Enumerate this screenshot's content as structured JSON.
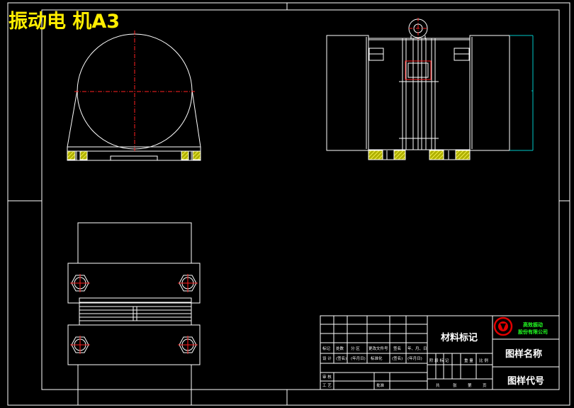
{
  "title": "振动电 机A3",
  "colors": {
    "background": "#000000",
    "line": "#ffffff",
    "center_line": "#ff2020",
    "title": "#ffee00",
    "hatch": "#c8c800",
    "cyan": "#00c8c8",
    "company_text": "#22ff22",
    "logo": "#e00000"
  },
  "title_block": {
    "material_label": "材料标记",
    "drawing_name_label": "图样名称",
    "drawing_code_label": "图样代号",
    "company": [
      "高效振动",
      "股份有限公司"
    ],
    "logo_icon": "company-logo-icon",
    "revision_headers": [
      "标记",
      "处数",
      "分 区",
      "更改文件号",
      "签名",
      "年、月、日"
    ],
    "design_row": [
      "设 计",
      "(签名)",
      "(年月日)",
      "标准化",
      "(签名)",
      "(年月日)"
    ],
    "review_label": "审 核",
    "process_label": "工 艺",
    "approve_label": "批准",
    "stage_headers": [
      "阶 段 标 记",
      "重 量",
      "比 例"
    ],
    "sheet_headers": [
      "共",
      "张",
      "第",
      "页"
    ]
  }
}
